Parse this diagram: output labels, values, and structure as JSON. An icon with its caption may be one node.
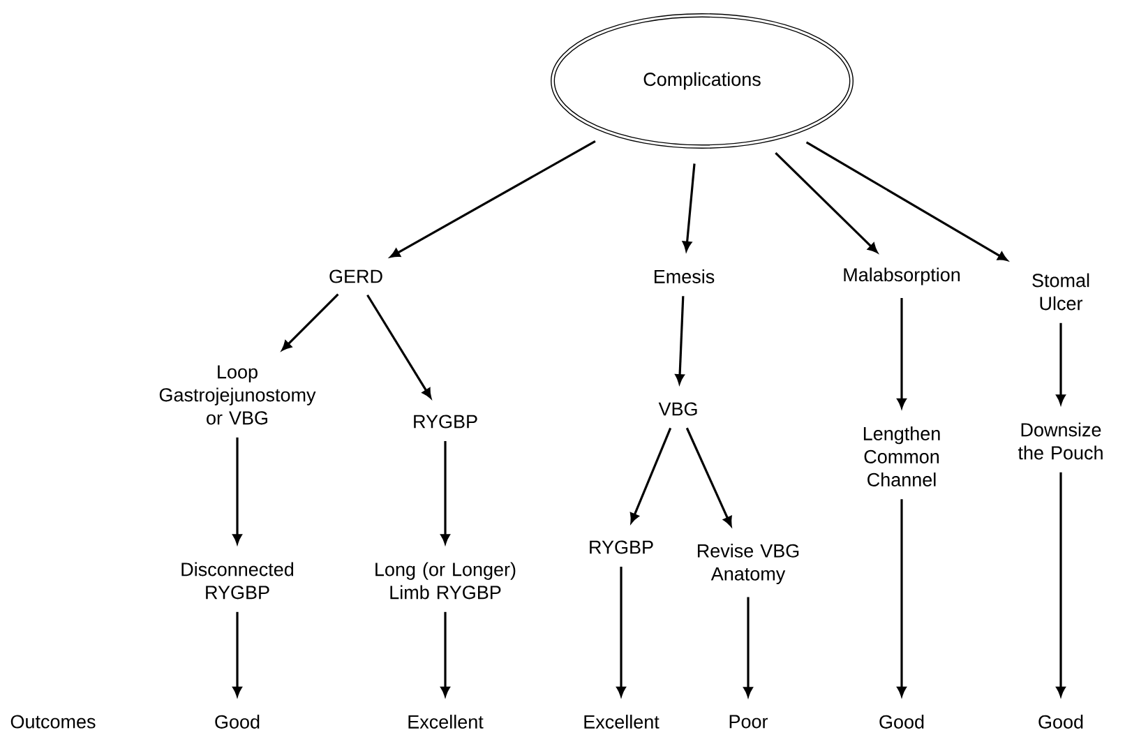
{
  "diagram": {
    "nodes": [
      {
        "text": [
          "Complications"
        ]
      },
      {
        "text": [
          "GERD"
        ]
      },
      {
        "text": [
          "Emesis"
        ]
      },
      {
        "text": [
          "Malabsorption"
        ]
      },
      {
        "text": [
          "Stomal Ulcer"
        ]
      },
      {
        "text": [
          "Loop Gastrojejunostomy or VBG"
        ]
      },
      {
        "text": [
          "RYGBP"
        ]
      },
      {
        "text": [
          "VBG"
        ]
      },
      {
        "text": [
          "Lengthen Common Channel"
        ]
      },
      {
        "text": [
          "Downsize the Pouch"
        ]
      },
      {
        "text": [
          "RYGBP"
        ]
      },
      {
        "text": [
          "Revise VBG Anatomy"
        ]
      },
      {
        "text": [
          "Disconnected RYGBP"
        ]
      },
      {
        "text": [
          "Long (or Longer) Limb RYGBP"
        ]
      },
      {
        "text": [
          "Good"
        ]
      },
      {
        "text": [
          "Excellent"
        ]
      },
      {
        "text": [
          "Excellent"
        ]
      },
      {
        "text": [
          "Poor"
        ]
      },
      {
        "text": [
          "Good"
        ]
      },
      {
        "text": [
          "Good"
        ]
      }
    ],
    "edges": [
      {
        "from": 0,
        "to": 1,
        "arrow": "to"
      },
      {
        "from": 0,
        "to": 2,
        "arrow": "to"
      },
      {
        "from": 0,
        "to": 3,
        "arrow": "to"
      },
      {
        "from": 0,
        "to": 4,
        "arrow": "to"
      },
      {
        "from": 1,
        "to": 5,
        "arrow": "to"
      },
      {
        "from": 1,
        "to": 6,
        "arrow": "to"
      },
      {
        "from": 2,
        "to": 7,
        "arrow": "to"
      },
      {
        "from": 3,
        "to": 8,
        "arrow": "to"
      },
      {
        "from": 4,
        "to": 9,
        "arrow": "to"
      },
      {
        "from": 7,
        "to": 10,
        "arrow": "to"
      },
      {
        "from": 7,
        "to": 11,
        "arrow": "to"
      },
      {
        "from": 5,
        "to": 12,
        "arrow": "to"
      },
      {
        "from": 6,
        "to": 13,
        "arrow": "to"
      },
      {
        "from": 12,
        "to": 14,
        "arrow": "to"
      },
      {
        "from": 13,
        "to": 15,
        "arrow": "to"
      },
      {
        "from": 10,
        "to": 16,
        "arrow": "to"
      },
      {
        "from": 11,
        "to": 17,
        "arrow": "to"
      },
      {
        "from": 8,
        "to": 18,
        "arrow": "to"
      },
      {
        "from": 9,
        "to": 19,
        "arrow": "to"
      }
    ],
    "labels": [
      "Outcomes"
    ]
  }
}
